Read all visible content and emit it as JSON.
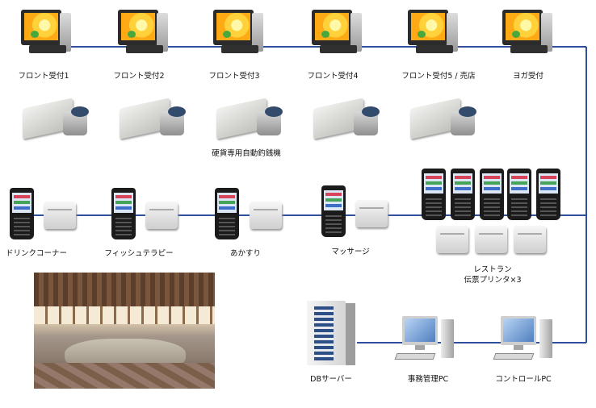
{
  "diagram": {
    "nodes": [
      {
        "id": "front1",
        "type": "pos-terminal",
        "label": "フロント受付1"
      },
      {
        "id": "front2",
        "type": "pos-terminal",
        "label": "フロント受付2"
      },
      {
        "id": "front3",
        "type": "pos-terminal",
        "label": "フロント受付3"
      },
      {
        "id": "front4",
        "type": "pos-terminal",
        "label": "フロント受付4"
      },
      {
        "id": "front5",
        "type": "pos-terminal",
        "label": "フロント受付5 / 売店"
      },
      {
        "id": "yoga",
        "type": "pos-terminal",
        "label": "ヨガ受付"
      },
      {
        "id": "coin",
        "type": "coin-changer",
        "label": "硬貨専用自動釣銭機"
      },
      {
        "id": "drink",
        "type": "handheld-printer",
        "label": "ドリンクコーナー"
      },
      {
        "id": "fish",
        "type": "handheld-printer",
        "label": "フィッシュテラピー"
      },
      {
        "id": "akasuri",
        "type": "handheld-printer",
        "label": "あかすり"
      },
      {
        "id": "massage",
        "type": "handheld-printer",
        "label": "マッサージ"
      },
      {
        "id": "restaurant",
        "type": "handheld-printer-group",
        "label_line1": "レストラン",
        "label_line2": "伝票プリンタ×3"
      },
      {
        "id": "db",
        "type": "server",
        "label": "DBサーバー"
      },
      {
        "id": "office",
        "type": "desktop-pc",
        "label": "事務管理PC"
      },
      {
        "id": "control",
        "type": "desktop-pc",
        "label": "コントロールPC"
      }
    ],
    "colors": {
      "network_line": "#2f4f9c",
      "handheld_bar_a": "#d8455a",
      "handheld_bar_b": "#46a35a",
      "handheld_bar_c": "#3e6fc8"
    },
    "photo": "facility-interior-photo"
  }
}
